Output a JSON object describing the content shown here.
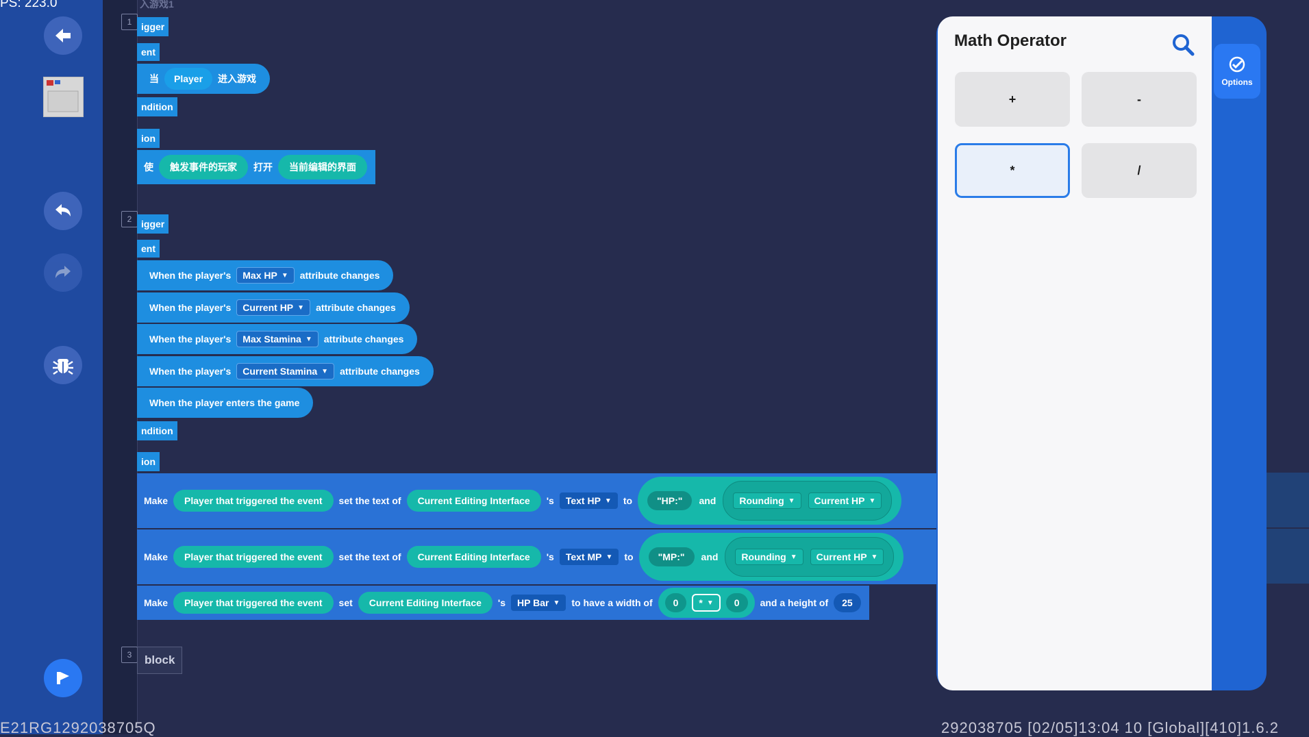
{
  "status": {
    "fps": "PS: 223.0",
    "device_id": "E21RG1292038705Q",
    "session_info": "292038705    [02/05]13:04 10  [Global][410]1.6.2"
  },
  "colors": {
    "accent": "#1f64d2",
    "block_blue": "#1e8ee0",
    "block_teal": "#16b8aa",
    "selected_border": "#2a7ce8"
  },
  "sections": [
    {
      "number": "1",
      "top_label": "入游戏1",
      "trigger": "igger",
      "event": "ent",
      "event_block": {
        "prefix": "当",
        "player": "Player",
        "suffix": "进入游戏"
      },
      "condition": "ndition",
      "action": "ion",
      "action_block": {
        "verb": "使",
        "target": "触发事件的玩家",
        "op": "打开",
        "ui": "当前编辑的界面"
      }
    },
    {
      "number": "2",
      "trigger": "igger",
      "event": "ent",
      "events": [
        {
          "prefix": "When the player's",
          "attr": "Max HP",
          "suffix": "attribute changes"
        },
        {
          "prefix": "When the player's",
          "attr": "Current HP",
          "suffix": "attribute changes"
        },
        {
          "prefix": "When the player's",
          "attr": "Max Stamina",
          "suffix": "attribute changes"
        },
        {
          "prefix": "When the player's",
          "attr": "Current Stamina",
          "suffix": "attribute changes"
        }
      ],
      "enter_event": "When the player enters the game",
      "condition": "ndition",
      "action": "ion",
      "actions": [
        {
          "make": "Make",
          "target": "Player that triggered the event",
          "set_text": "set the text of",
          "ui": "Current Editing Interface",
          "poss": "'s",
          "field": "Text HP",
          "to": "to",
          "str": "\"HP:\"",
          "and": "and",
          "func": "Rounding",
          "attr": "Current HP"
        },
        {
          "make": "Make",
          "target": "Player that triggered the event",
          "set_text": "set the text of",
          "ui": "Current Editing Interface",
          "poss": "'s",
          "field": "Text MP",
          "to": "to",
          "str": "\"MP:\"",
          "and": "and",
          "func": "Rounding",
          "attr": "Current HP"
        },
        {
          "make": "Make",
          "target": "Player that triggered the event",
          "set": "set",
          "ui": "Current Editing Interface",
          "poss": "'s",
          "field": "HP Bar",
          "width_label": "to have a width of",
          "a": "0",
          "op": "*",
          "b": "0",
          "height_label": "and a height of",
          "height": "25"
        }
      ]
    },
    {
      "number": "3",
      "block": "block"
    }
  ],
  "panel": {
    "title": "Math Operator",
    "operators": [
      "+",
      "-",
      "*",
      "/"
    ],
    "selected": "*",
    "options_label": "Options"
  }
}
